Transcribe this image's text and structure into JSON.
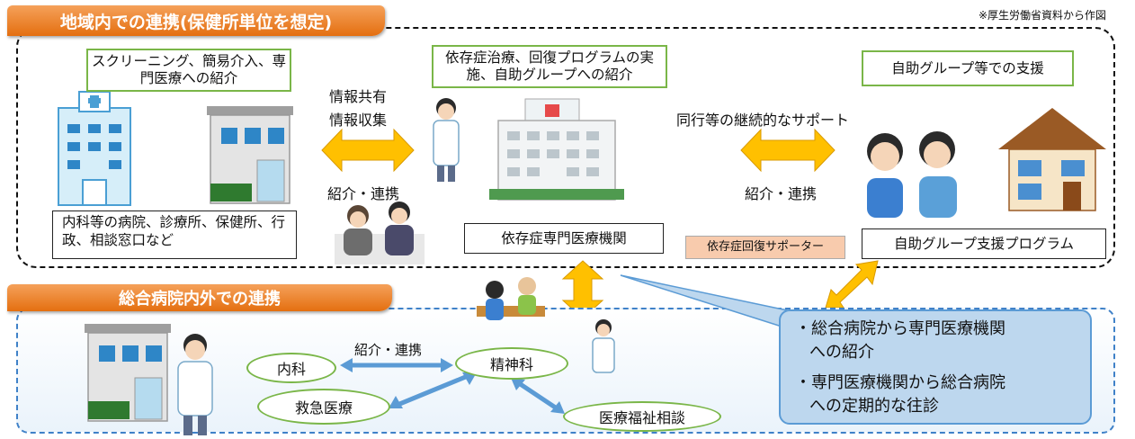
{
  "source_note": "※厚生労働省資料から作図",
  "top_region": {
    "title": "地域内での連携(保健所単位を想定)",
    "boxes": {
      "screening": "スクリーニング、簡易介入、専門医療への紹介",
      "treatment": "依存症治療、回復プログラムの実施、自助グループへの紹介",
      "selfhelp_support": "自助グループ等での支援",
      "local_facilities": "内科等の病院、診療所、保健所、行政、相談窓口など",
      "specialist": "依存症専門医療機関",
      "supporter": "依存症回復サポーター",
      "selfhelp_program": "自助グループ支援プログラム"
    },
    "labels": {
      "info_share": "情報共有",
      "info_collect": "情報収集",
      "referral_left": "紹介・連携",
      "continuous_support": "同行等の継続的なサポート",
      "referral_right": "紹介・連携"
    }
  },
  "bottom_region": {
    "title": "総合病院内外での連携",
    "ovals": {
      "internal": "内科",
      "emergency": "救急医療",
      "psychiatry": "精神科",
      "welfare": "医療福祉相談"
    },
    "labels": {
      "referral": "紹介・連携"
    },
    "callout": {
      "line1": "・総合病院から専門医療機関",
      "line2": "への紹介",
      "line3": "・専門医療機関から総合病院",
      "line4": "への定期的な往診"
    }
  },
  "colors": {
    "banner": "#e46f10",
    "green_border": "#7ab648",
    "arrow_fill": "#ffc000",
    "blue_arrow": "#5b9bd5",
    "callout_fill": "#bdd7ee",
    "supporter_fill": "#f8cbad"
  }
}
